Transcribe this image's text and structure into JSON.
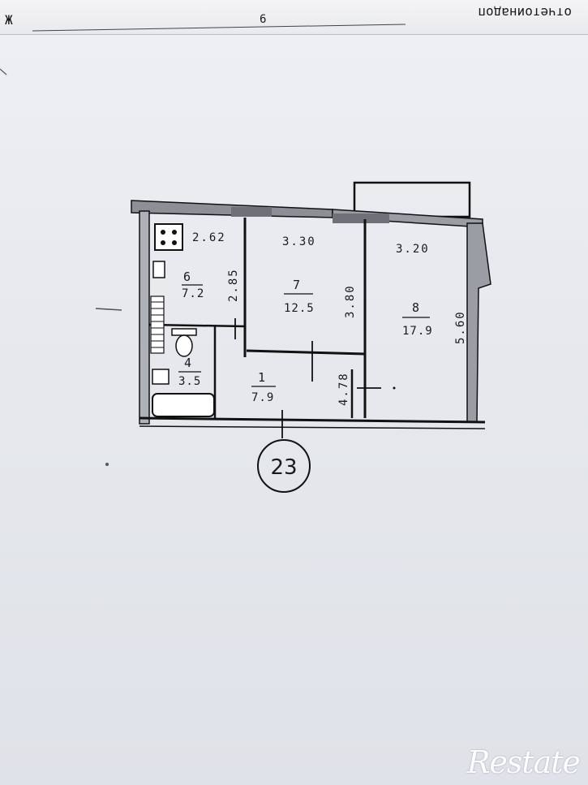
{
  "header": {
    "left_mark": "Ж",
    "center_mark": "6",
    "right_text": "отчетоинадоп"
  },
  "plan": {
    "plan_number": "23",
    "rooms": [
      {
        "id": "1",
        "area": "7.9",
        "dim": "4.78"
      },
      {
        "id": "4",
        "area": "3.5"
      },
      {
        "id": "6",
        "area": "7.2",
        "width": "2.62",
        "depth": "2.85"
      },
      {
        "id": "7",
        "area": "12.5",
        "width": "3.30",
        "depth": "3.80"
      },
      {
        "id": "8",
        "area": "17.9",
        "width": "3.20",
        "depth": "5.60"
      }
    ]
  },
  "watermark": {
    "text": "Restate"
  }
}
